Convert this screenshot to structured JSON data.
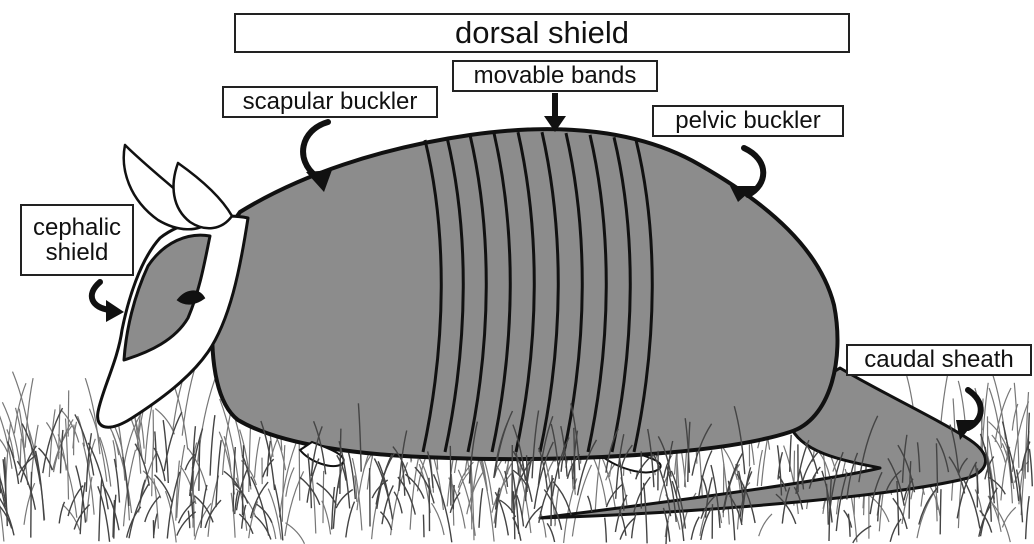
{
  "labels": {
    "dorsal_shield": "dorsal shield",
    "movable_bands": "movable bands",
    "scapular_buckler": "scapular buckler",
    "pelvic_buckler": "pelvic buckler",
    "cephalic_shield_line1": "cephalic",
    "cephalic_shield_line2": "shield",
    "caudal_sheath": "caudal sheath"
  },
  "colors": {
    "shell": "#8c8c8c",
    "outline": "#111111",
    "grass": "#555555",
    "background": "#ffffff"
  }
}
